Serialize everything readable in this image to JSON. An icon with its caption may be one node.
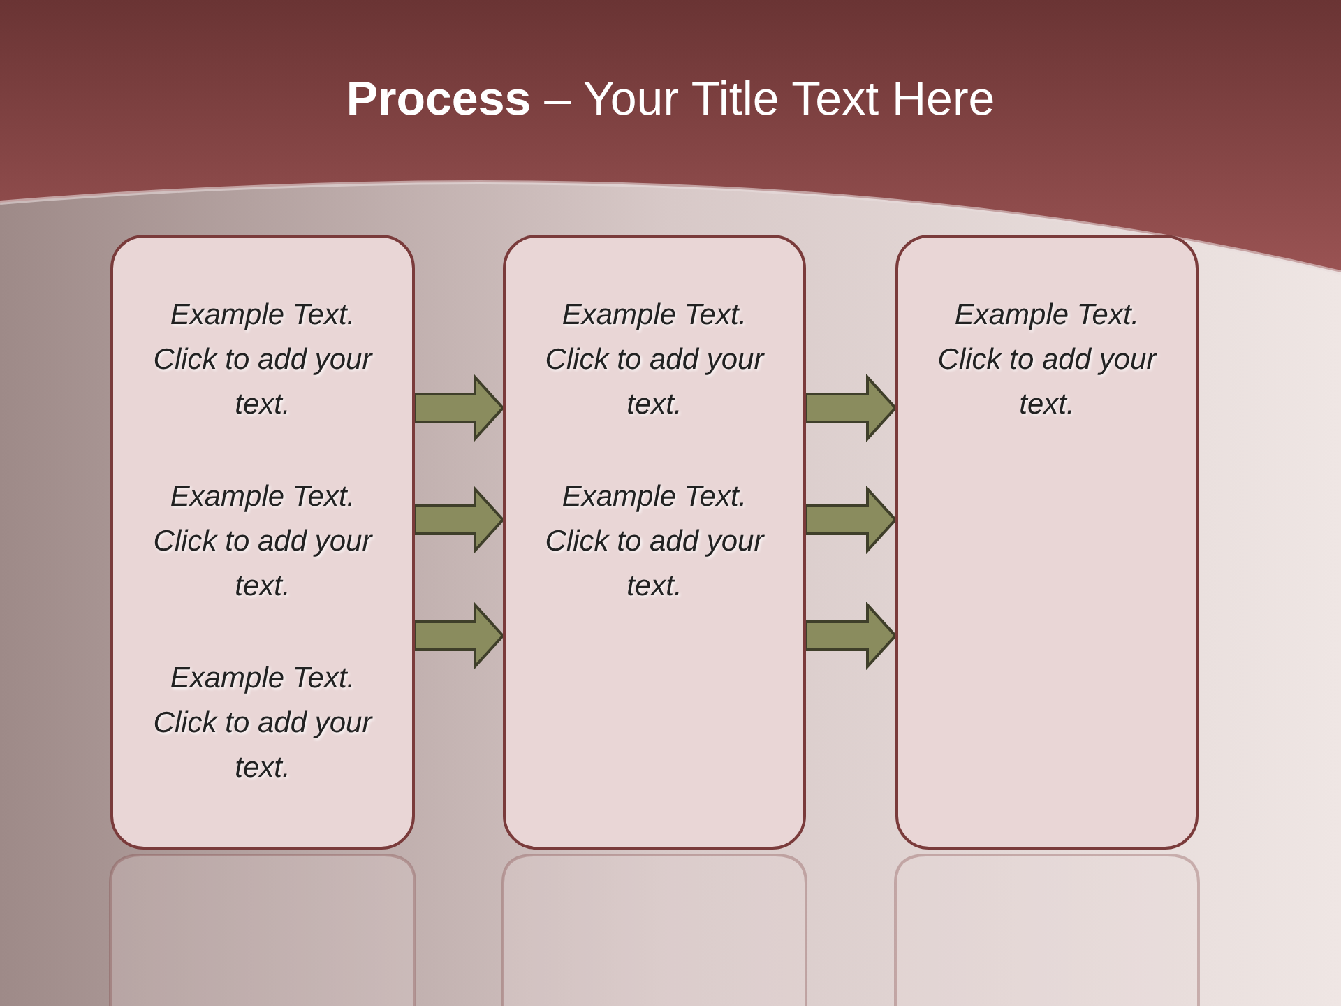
{
  "diagram": {
    "title": "**Process**  – Your Title Text Here",
    "nodes": [
      {
        "text": [
          "Example Text. Click  to add your text.",
          "Example Text. Click  to add your text.",
          "Example Text. Click  to add your text."
        ]
      },
      {
        "text": [
          "Example Text. Click  to add your text.",
          "Example Text. Click  to add your text."
        ]
      },
      {
        "text": [
          "Example Text. Click  to add your text."
        ]
      }
    ],
    "edges": [
      {
        "from": 0,
        "to": 1,
        "arrow": "to"
      },
      {
        "from": 0,
        "to": 1,
        "arrow": "to"
      },
      {
        "from": 0,
        "to": 1,
        "arrow": "to"
      },
      {
        "from": 1,
        "to": 2,
        "arrow": "to"
      },
      {
        "from": 1,
        "to": 2,
        "arrow": "to"
      },
      {
        "from": 1,
        "to": 2,
        "arrow": "to"
      }
    ]
  }
}
